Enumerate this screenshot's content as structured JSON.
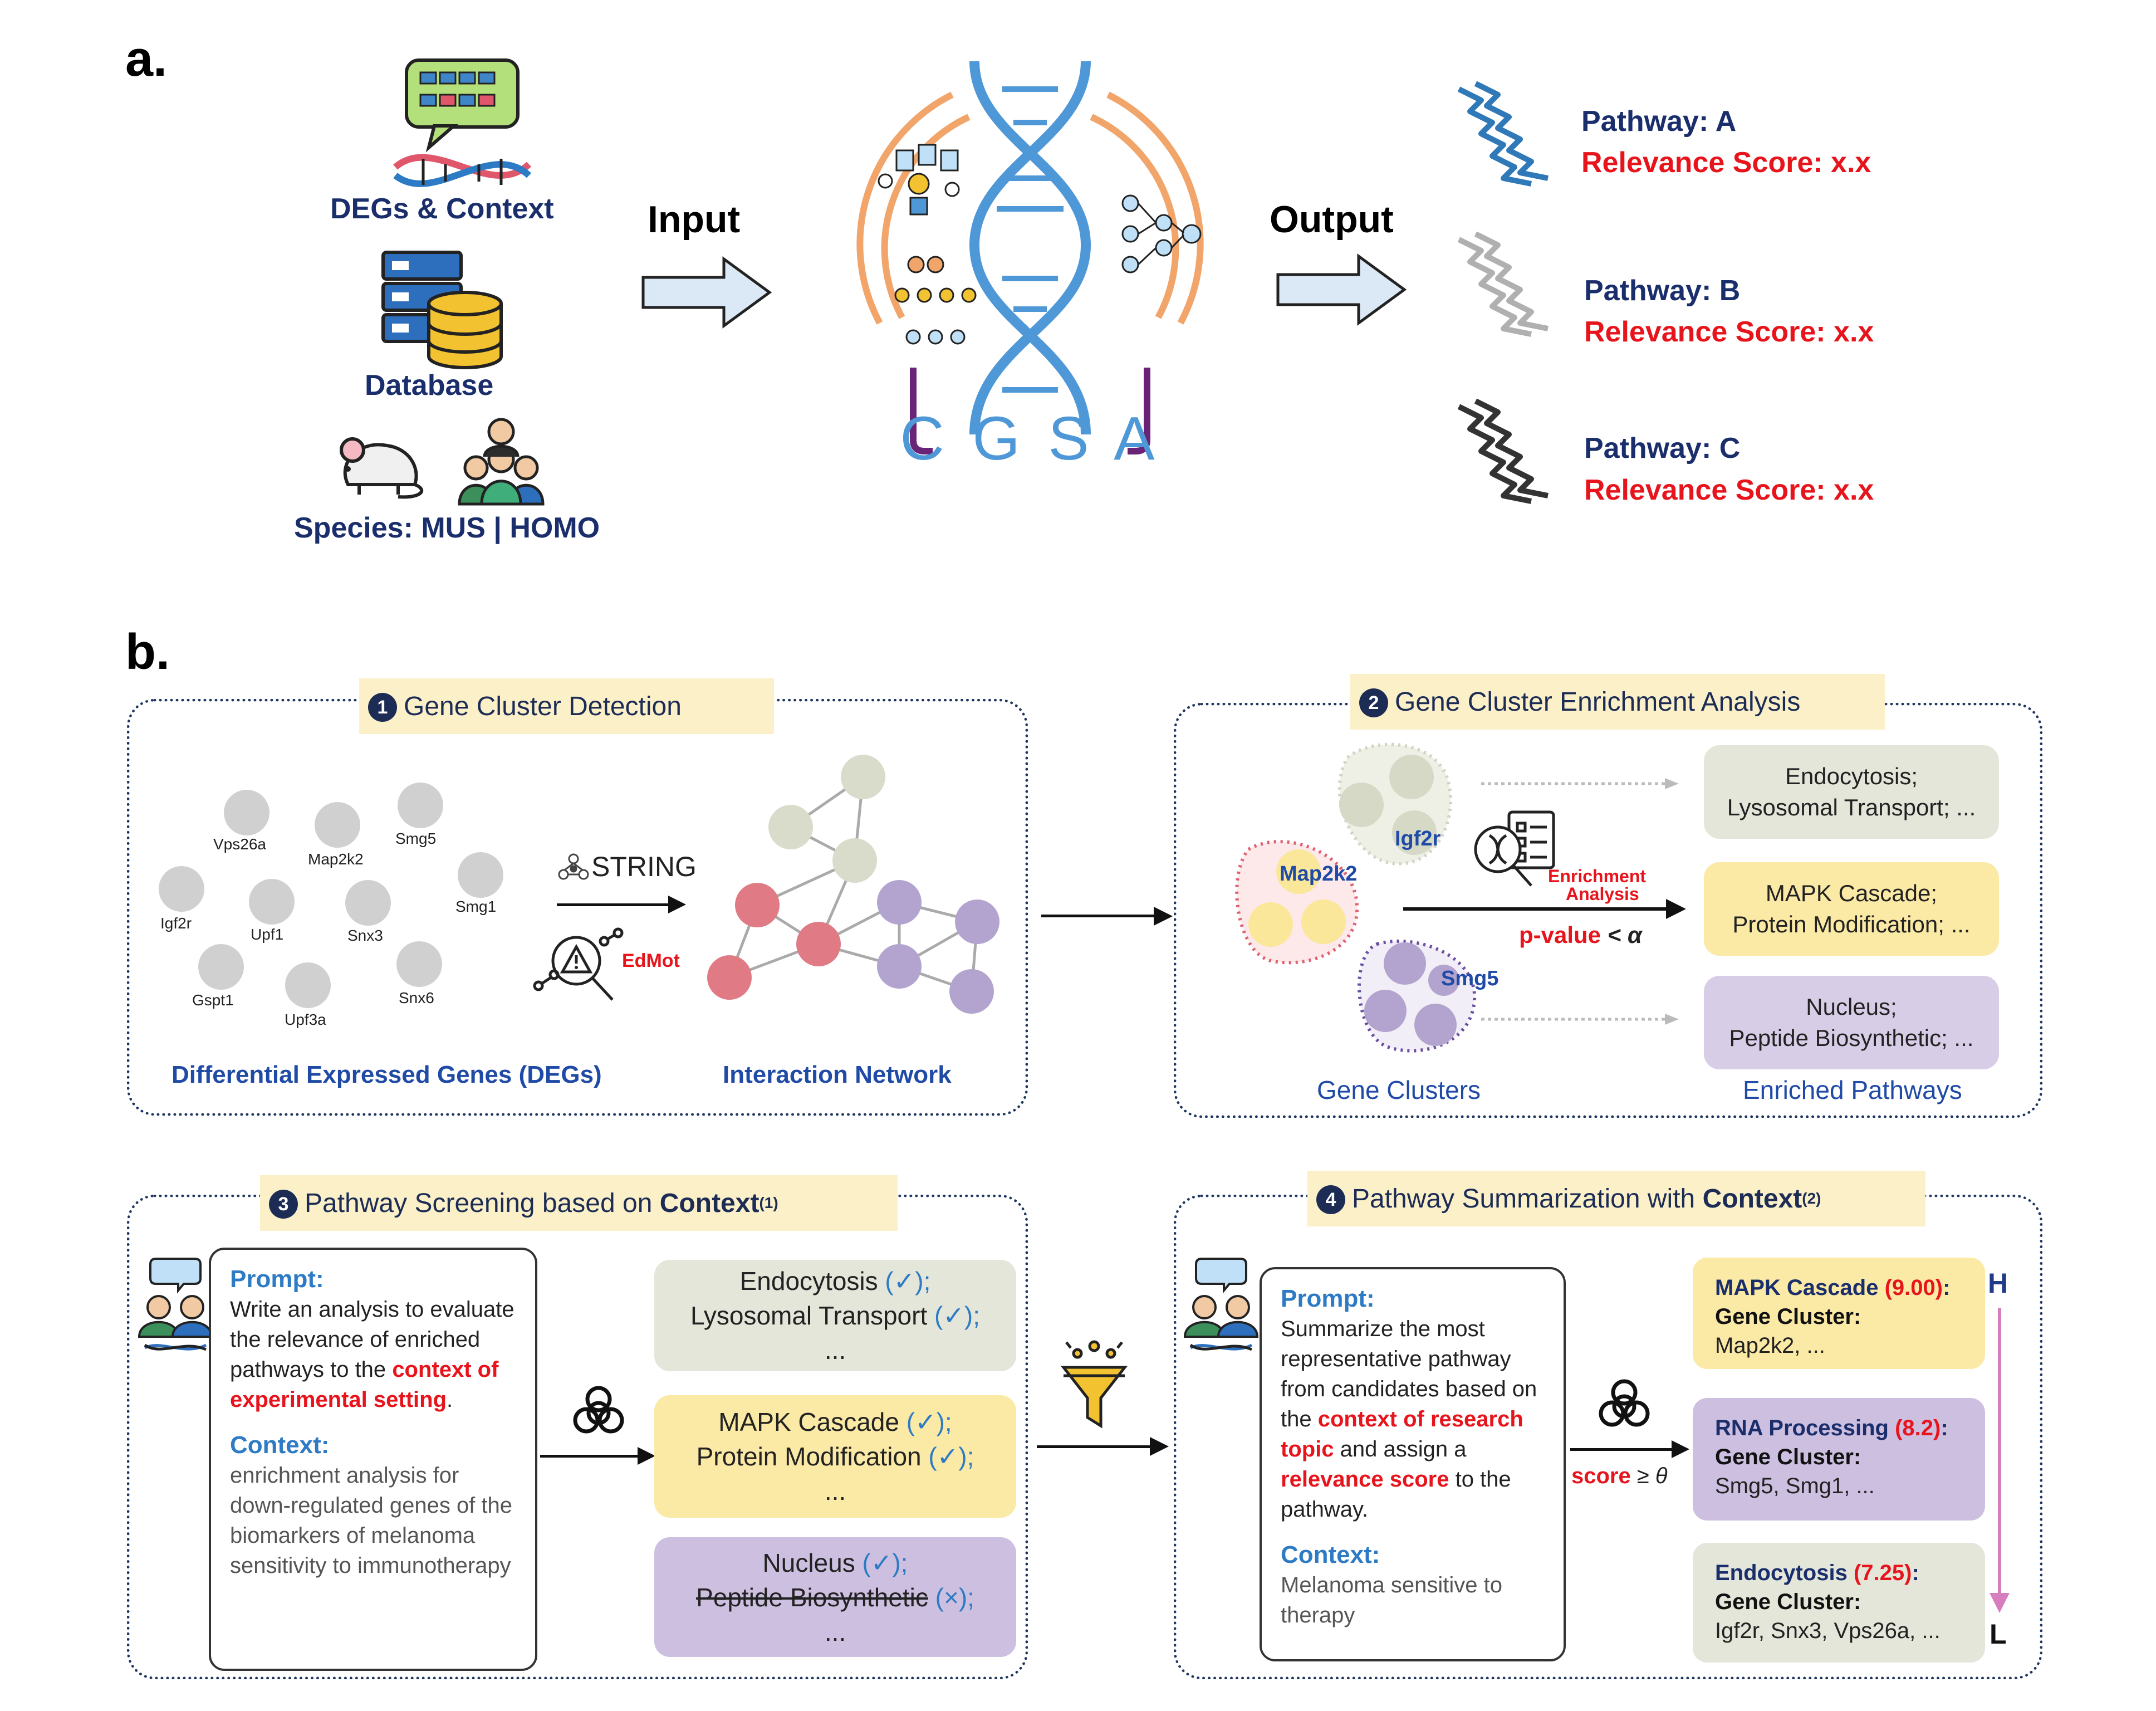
{
  "labels": {
    "a": "a.",
    "b": "b."
  },
  "part_a": {
    "inputs": {
      "degs": "DEGs & Context",
      "database": "Database",
      "species": "Species: MUS | HOMO"
    },
    "input_label": "Input",
    "output_label": "Output",
    "center_logo_text": "C G S A",
    "outputs": [
      {
        "pathway": "Pathway: A",
        "score": "Relevance Score: x.x",
        "color": "#2f79b8"
      },
      {
        "pathway": "Pathway: B",
        "score": "Relevance Score: x.x",
        "color": "#b0b0b0"
      },
      {
        "pathway": "Pathway: C",
        "score": "Relevance Score: x.x",
        "color": "#333333"
      }
    ]
  },
  "panel1": {
    "num": "1",
    "title": "Gene Cluster Detection",
    "genes": [
      "Vps26a",
      "Map2k2",
      "Smg5",
      "Igf2r",
      "Upf1",
      "Snx3",
      "Smg1",
      "Gspt1",
      "Upf3a",
      "Snx6"
    ],
    "string_label": "STRING",
    "edmot_label": "EdMot",
    "left_caption": "Differential Expressed Genes (DEGs)",
    "right_caption": "Interaction Network"
  },
  "panel2": {
    "num": "2",
    "title": "Gene Cluster Enrichment Analysis",
    "cluster_labels": [
      "Igf2r",
      "Map2k2",
      "Smg5"
    ],
    "enrichment_label_1": "Enrichment",
    "enrichment_label_2": "Analysis",
    "pvalue_label": "p-value",
    "pvalue_rel": " < α",
    "left_caption": "Gene Clusters",
    "right_caption": "Enriched Pathways",
    "pathway_boxes": [
      {
        "line1": "Endocytosis;",
        "line2": "Lysosomal Transport; ...",
        "color": "#e4e6da"
      },
      {
        "line1": "MAPK Cascade;",
        "line2": "Protein Modification; ...",
        "color": "#fbe9a6"
      },
      {
        "line1": "Nucleus;",
        "line2": "Peptide Biosynthetic; ...",
        "color": "#d8cde6"
      }
    ]
  },
  "panel3": {
    "num": "3",
    "title_pre": "Pathway Screening based on ",
    "title_bold": "Context",
    "title_sup": "(1)",
    "prompt_head": "Prompt:",
    "prompt_text": "Write an analysis to evaluate the relevance of enriched pathways to the",
    "prompt_red": "context of experimental setting",
    "prompt_end": ".",
    "context_head": "Context:",
    "context_text": "enrichment analysis for down-regulated genes of the biomarkers of melanoma sensitivity to immunotherapy",
    "boxes": [
      {
        "l1": "Endocytosis",
        "m1": " (✓);",
        "l2": "Lysosomal Transport",
        "m2": " (✓);",
        "l3": "...",
        "color": "#e4e6da"
      },
      {
        "l1": "MAPK Cascade",
        "m1": " (✓);",
        "l2": "Protein Modification",
        "m2": " (✓);",
        "l3": "...",
        "color": "#fbe9a6"
      },
      {
        "l1": "Nucleus",
        "m1": " (✓);",
        "l2": "Peptide Biosynthetic",
        "m2": " (×);",
        "l3": "...",
        "color": "#cdbfe0"
      }
    ]
  },
  "panel4": {
    "num": "4",
    "title_pre": "Pathway Summarization with ",
    "title_bold": "Context",
    "title_sup": "(2)",
    "prompt_head": "Prompt:",
    "prompt_t1": "Summarize the most representative pathway from candidates based on the",
    "prompt_red1": "context of research topic",
    "prompt_t2": "and assign a",
    "prompt_red2": "relevance score",
    "prompt_t3": "to the pathway.",
    "context_head": "Context:",
    "context_text": "Melanoma sensitive to therapy",
    "score_label": "score",
    "score_rel": " ≥ θ",
    "high_label": "H",
    "low_label": "L",
    "results": [
      {
        "name": "MAPK Cascade",
        "score": "(9.00)",
        "colon": ":",
        "gc": "Gene Cluster:",
        "genes": "Map2k2, ...",
        "color": "#fbe9a6"
      },
      {
        "name": "RNA Processing",
        "score": "(8.2)",
        "colon": ":",
        "gc": "Gene Cluster:",
        "genes": "Smg5, Smg1, ...",
        "color": "#cdbfe0"
      },
      {
        "name": "Endocytosis",
        "score": "(7.25)",
        "colon": ":",
        "gc": "Gene Cluster:",
        "genes": "Igf2r, Snx3, Vps26a, ...",
        "color": "#e4e6da"
      }
    ]
  }
}
